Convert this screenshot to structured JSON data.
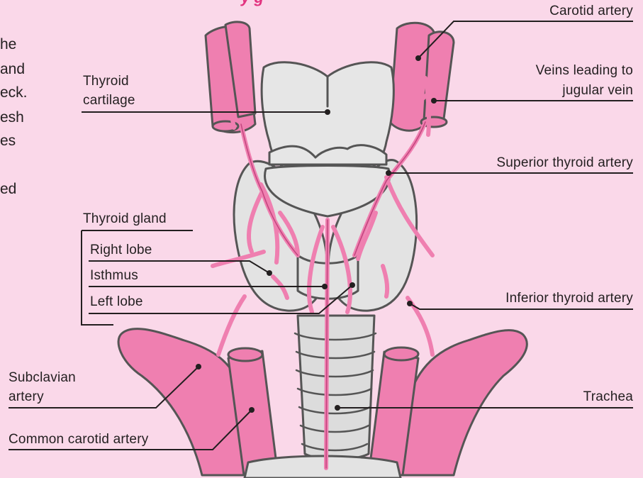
{
  "title_fragment": "y   g",
  "text_fragments": [
    "he",
    "and",
    "eck.",
    "esh",
    "es",
    "ed"
  ],
  "labels": {
    "carotid_artery": "Carotid artery",
    "veins_line1": "Veins leading to",
    "veins_line2": "jugular vein",
    "thyroid_cartilage_line1": "Thyroid",
    "thyroid_cartilage_line2": "cartilage",
    "superior_thyroid_artery": "Superior thyroid artery",
    "thyroid_gland": "Thyroid gland",
    "right_lobe": "Right lobe",
    "isthmus": "Isthmus",
    "left_lobe": "Left lobe",
    "inferior_thyroid_artery": "Inferior thyroid artery",
    "subclavian_line1": "Subclavian",
    "subclavian_line2": "artery",
    "trachea": "Trachea",
    "common_carotid_artery": "Common carotid artery"
  },
  "colors": {
    "background": "#fad8e9",
    "artery_pink": "#ef7fb0",
    "gland_gray": "#e3e3e3",
    "outline": "#555555",
    "title_magenta": "#e2337f"
  }
}
